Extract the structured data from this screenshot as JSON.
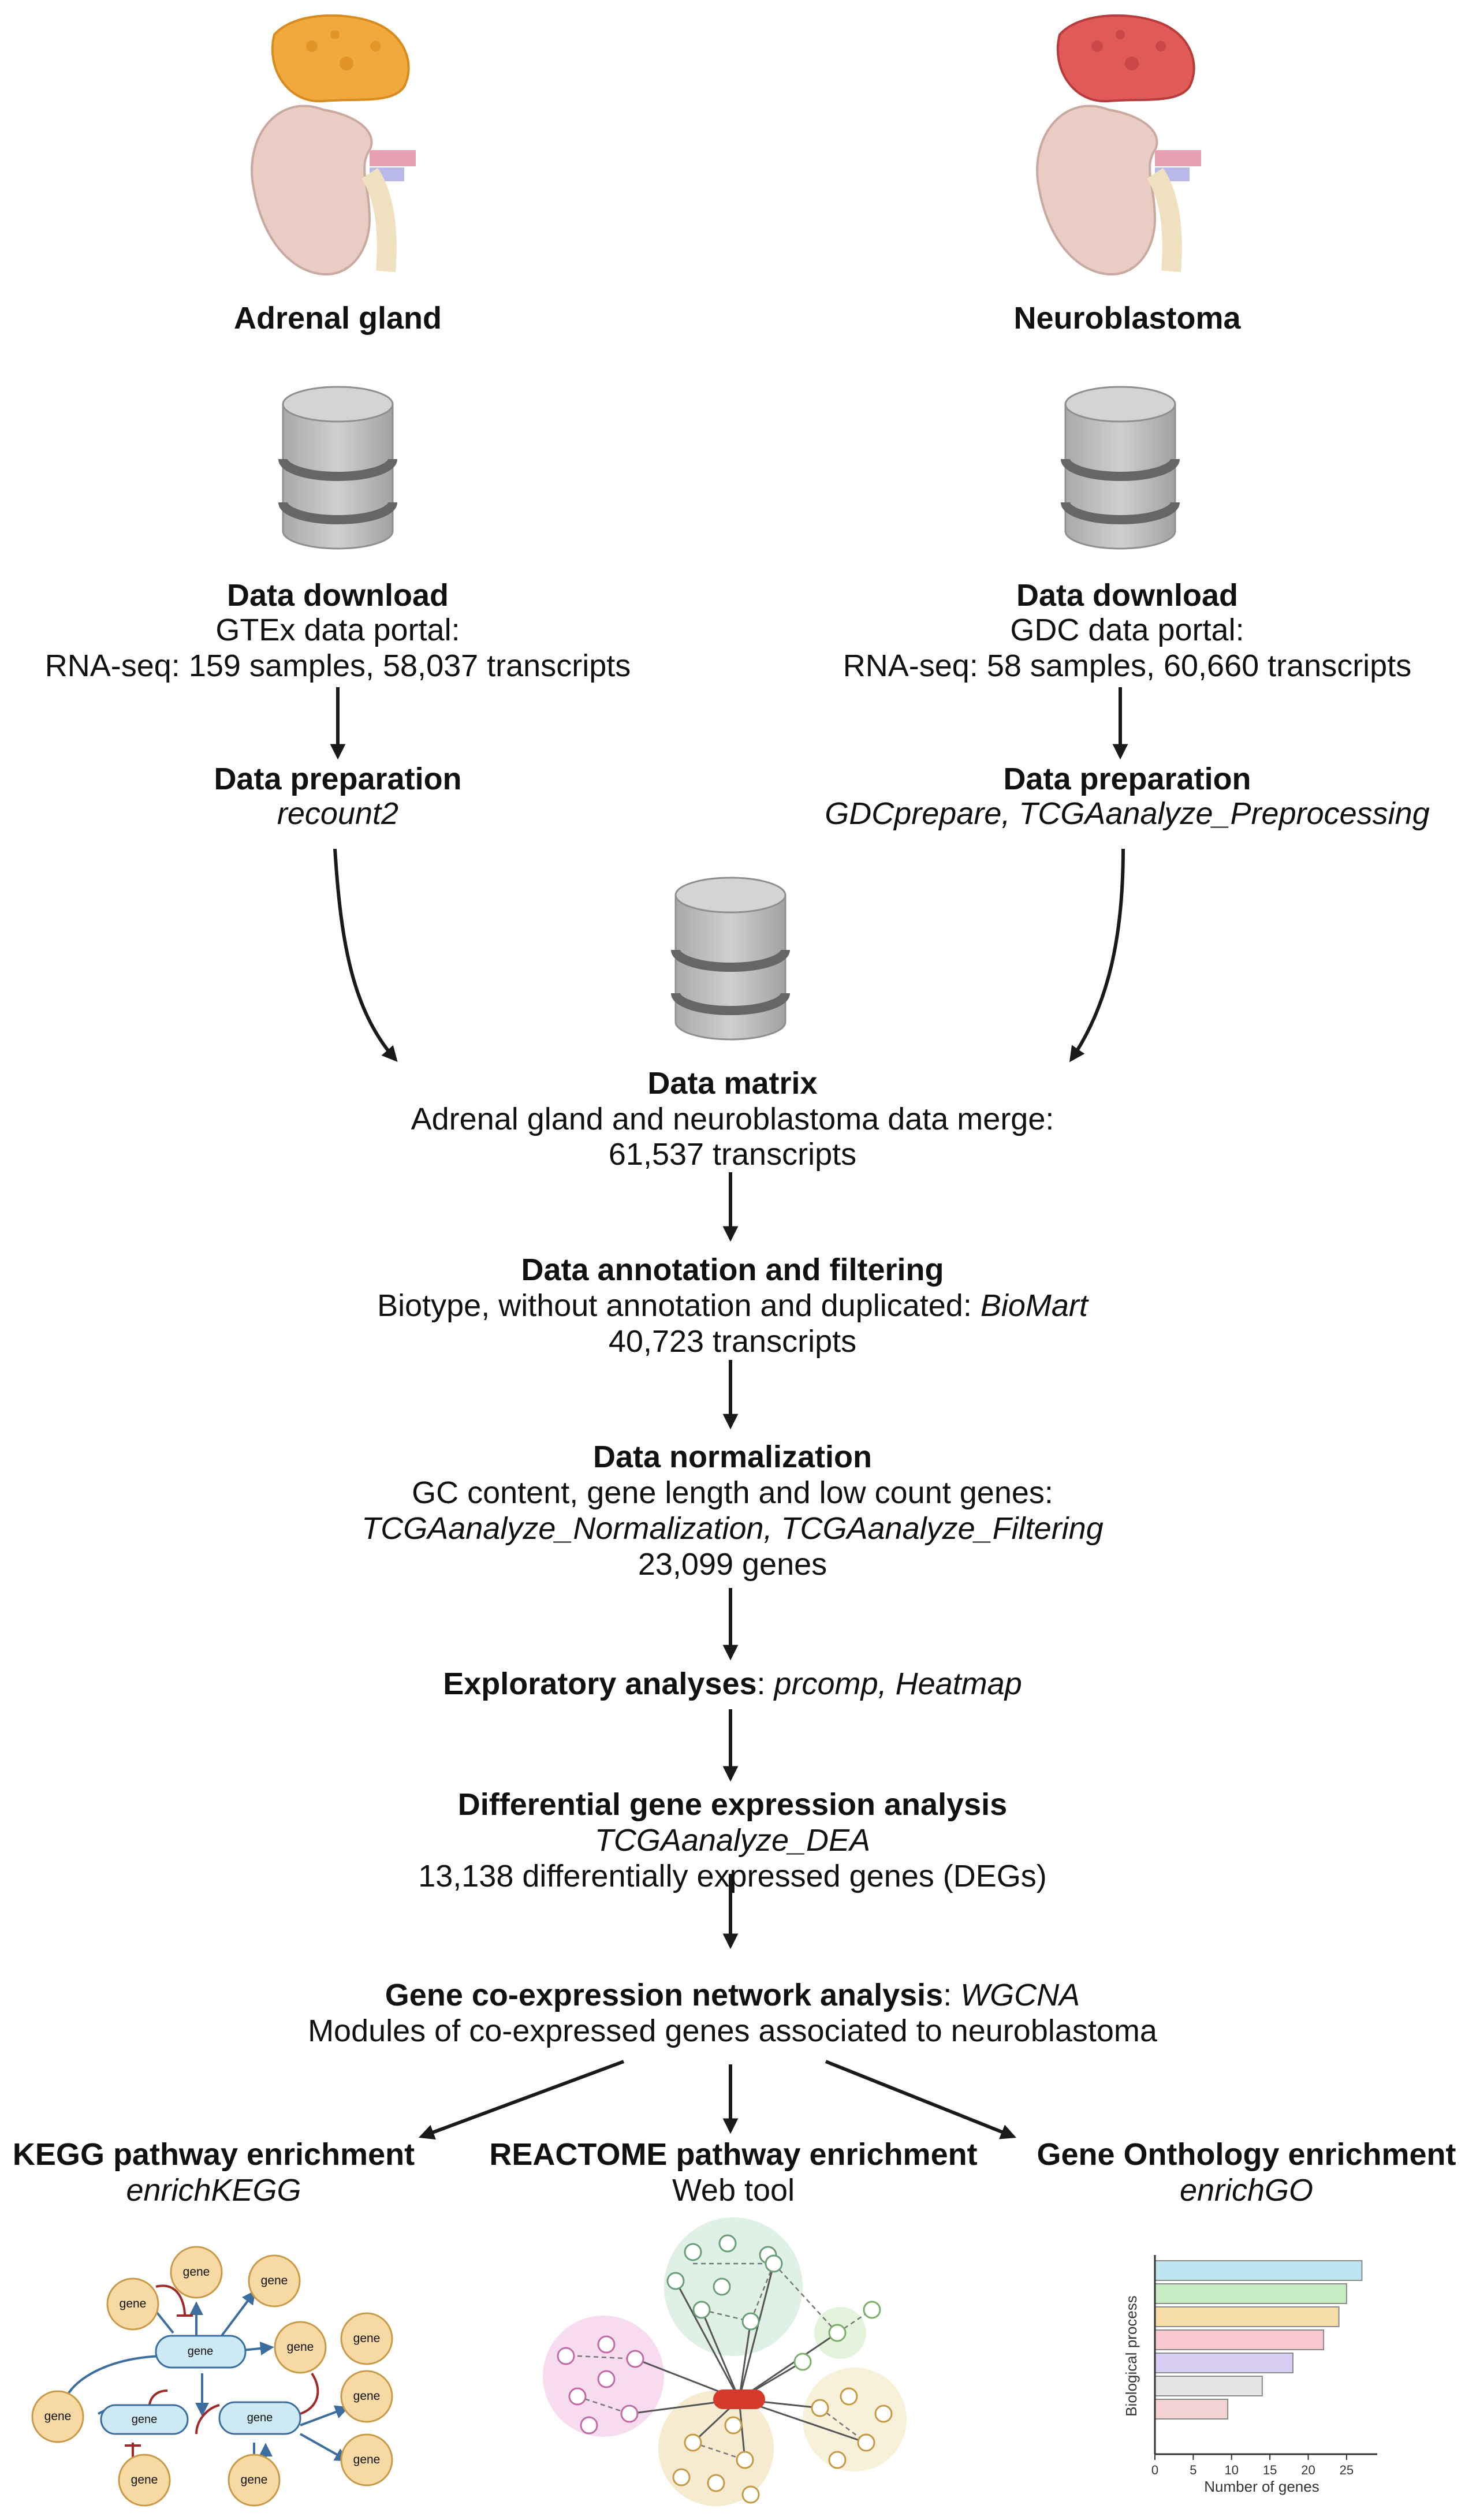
{
  "adrenal": {
    "title": "Adrenal gland",
    "download_title": "Data download",
    "portal": "GTEx data portal:",
    "rnaseq": "RNA-seq: 159 samples, 58,037 transcripts",
    "prep_title": "Data preparation",
    "prep_tool": "recount2"
  },
  "neuro": {
    "title": "Neuroblastoma",
    "download_title": "Data download",
    "portal": "GDC data portal:",
    "rnaseq": "RNA-seq: 58 samples, 60,660 transcripts",
    "prep_title": "Data preparation",
    "prep_tool": "GDCprepare, TCGAanalyze_Preprocessing"
  },
  "matrix": {
    "title": "Data matrix",
    "line1": "Adrenal gland and neuroblastoma data merge:",
    "line2": "61,537 transcripts"
  },
  "annotation": {
    "title": "Data annotation and filtering",
    "line1": "Biotype, without annotation and duplicated: ",
    "tool": "BioMart",
    "line2": "40,723 transcripts"
  },
  "normalization": {
    "title": "Data normalization",
    "line1": "GC content, gene length and low count genes:",
    "tools": "TCGAanalyze_Normalization, TCGAanalyze_Filtering",
    "line2": "23,099 genes"
  },
  "exploratory": {
    "title": "Exploratory analyses",
    "sep": ": ",
    "tools": "prcomp, Heatmap"
  },
  "dea": {
    "title": "Differential gene expression analysis",
    "tool": "TCGAanalyze_DEA",
    "line2": "13,138 differentially expressed genes (DEGs)"
  },
  "wgcna": {
    "title": "Gene co-expression network analysis",
    "sep": ": ",
    "tool": "WGCNA",
    "line2": "Modules of co-expressed genes associated to neuroblastoma"
  },
  "kegg": {
    "title": "KEGG pathway enrichment",
    "tool": "enrichKEGG",
    "gene_label": "gene"
  },
  "reactome": {
    "title": "REACTOME pathway enrichment",
    "tool": "Web tool"
  },
  "go": {
    "title": "Gene Onthology enrichment",
    "tool": "enrichGO"
  },
  "chart_data": {
    "type": "bar",
    "orientation": "horizontal",
    "xlabel": "Number of genes",
    "ylabel": "Biological process",
    "xticks": [
      0,
      5,
      10,
      15,
      20,
      25
    ],
    "xlim": [
      0,
      29
    ],
    "values": [
      27,
      25,
      24,
      22,
      18,
      14,
      9.5
    ],
    "colors": [
      "#bfe6f0",
      "#c8ecc4",
      "#f6dfa6",
      "#f8c8d0",
      "#d7cdf3",
      "#e4e4e4",
      "#f3d3d3"
    ]
  },
  "colors": {
    "arrow": "#1a1a1a",
    "kidney": "#e9cdc4",
    "adrenal_gland": "#f0a93c",
    "neuroblastoma_tumor": "#e05a5a",
    "db_body": "#bcbcbc",
    "gene_node": "#f7d9a3",
    "protein_node": "#cde9f4",
    "hub_node": "#d33a2c"
  }
}
